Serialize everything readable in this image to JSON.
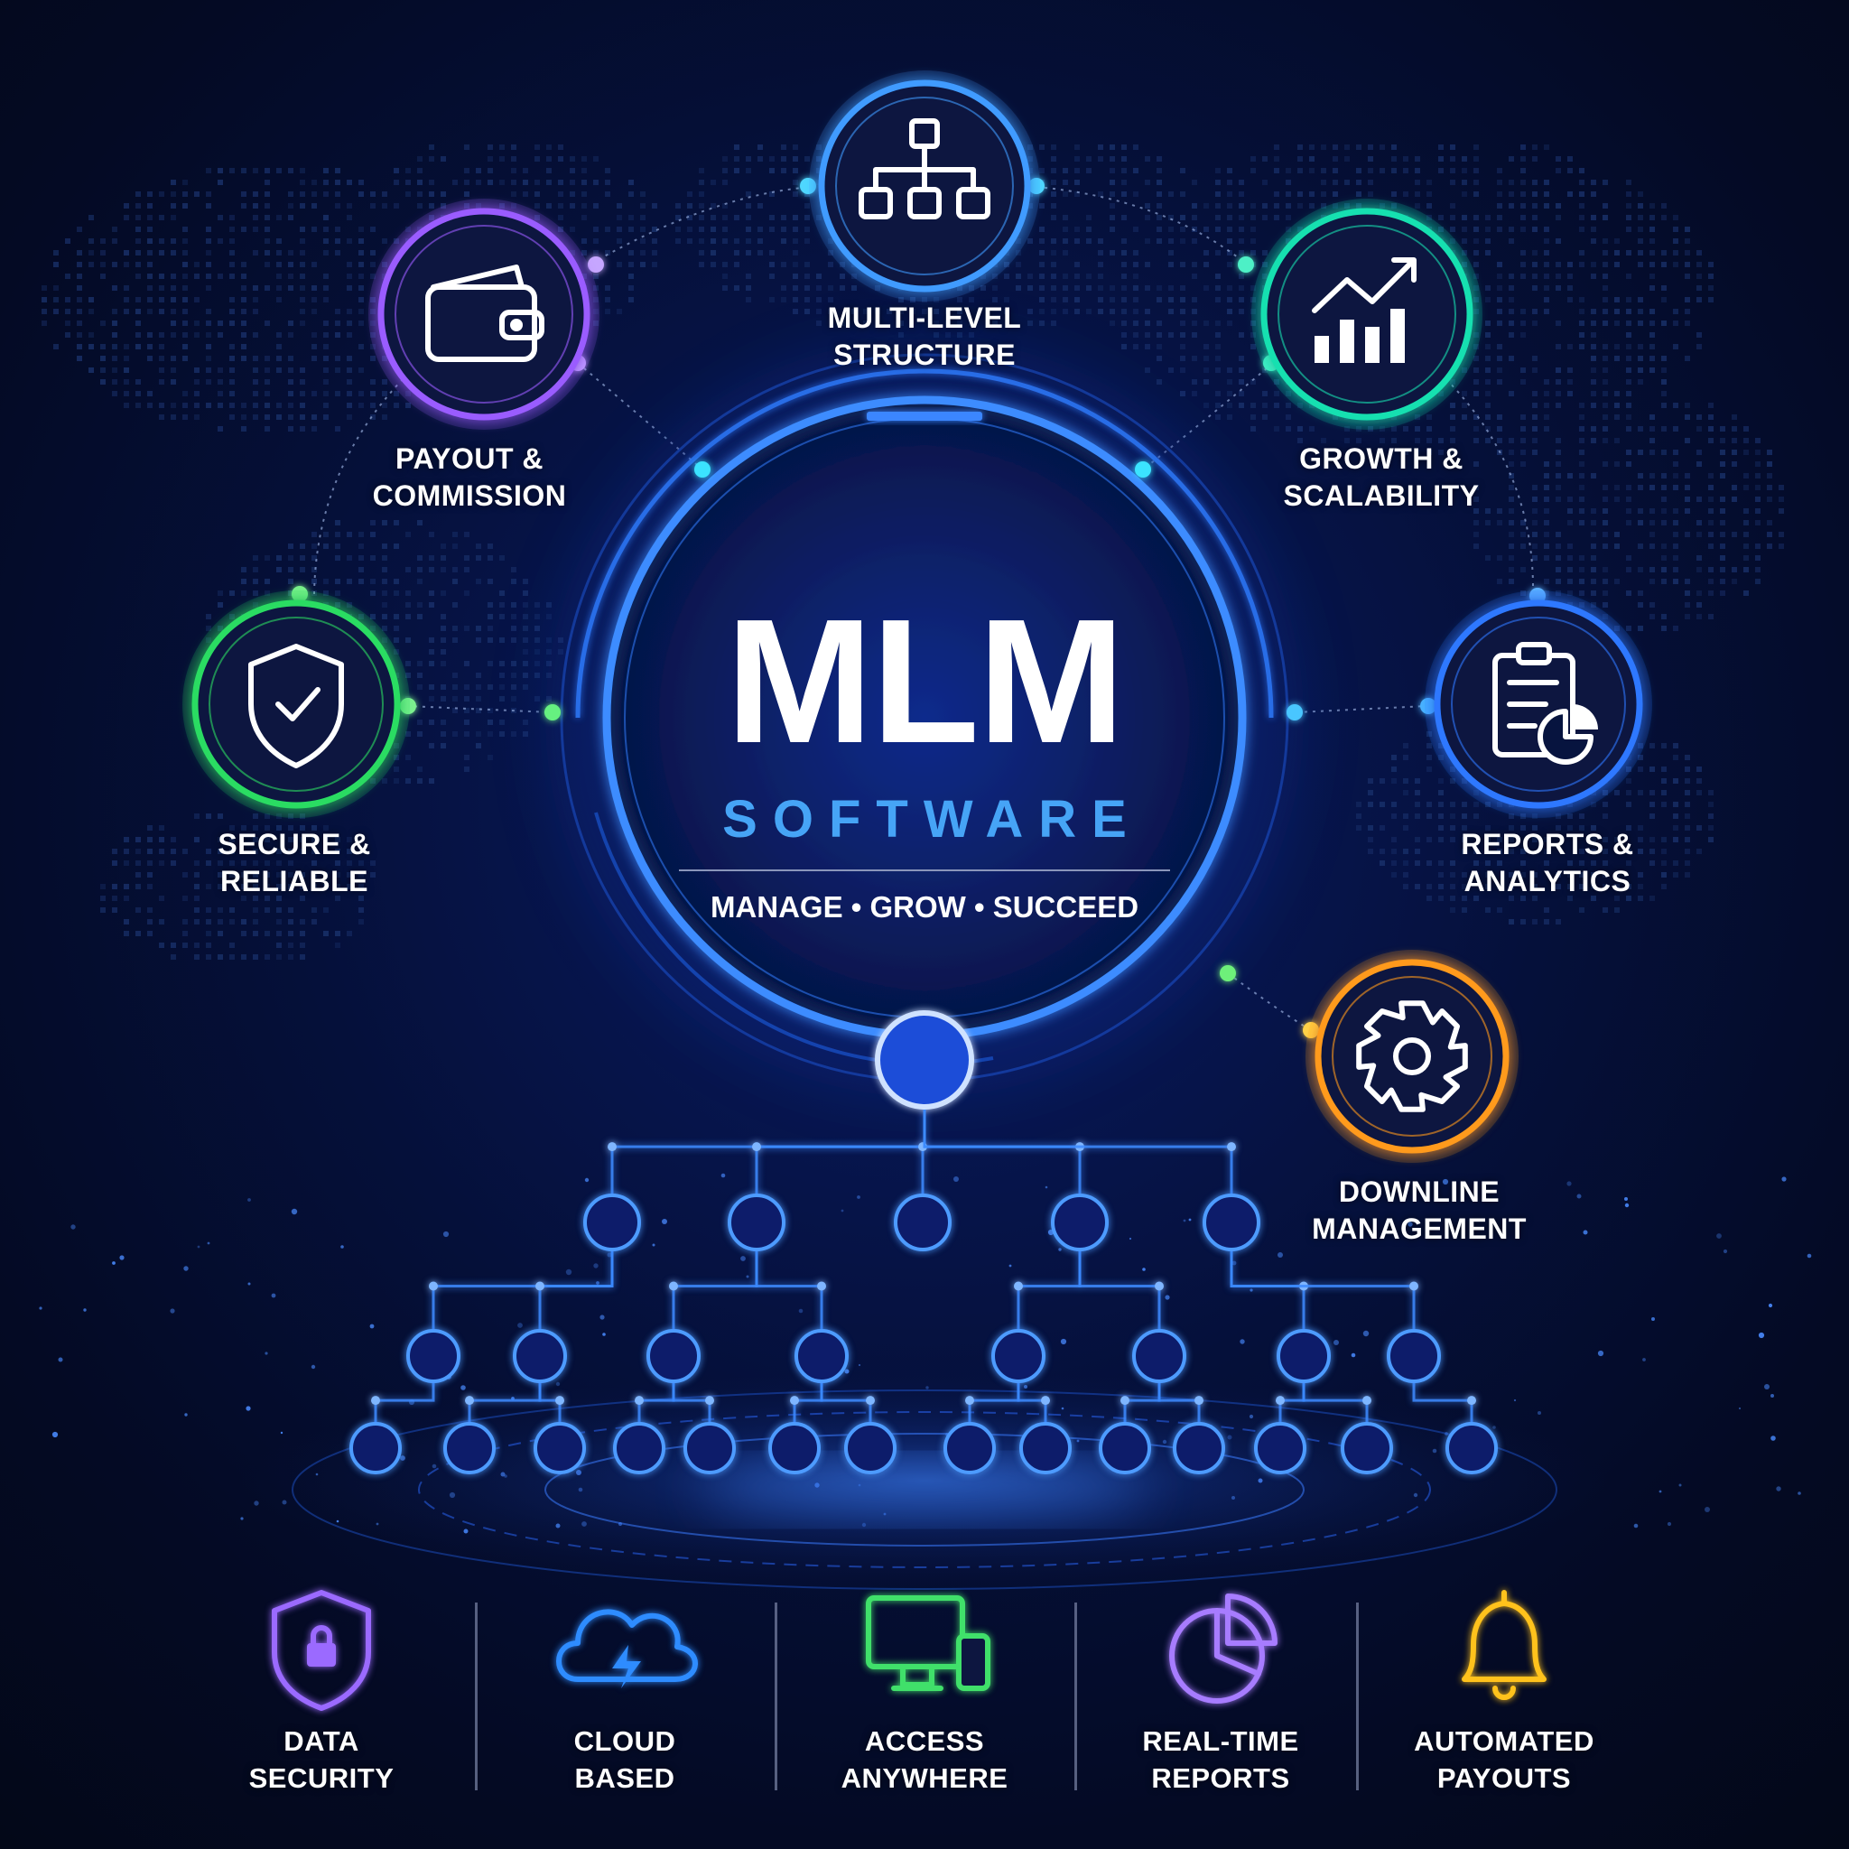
{
  "center": {
    "title": "MLM",
    "subtitle": "SOFTWARE",
    "tagline": "MANAGE • GROW • SUCCEED"
  },
  "features": [
    {
      "icon": "hierarchy-icon",
      "color": "#3f9bff",
      "line1": "MULTI-LEVEL",
      "line2": "STRUCTURE"
    },
    {
      "icon": "wallet-icon",
      "color": "#9a5cff",
      "line1": "PAYOUT &",
      "line2": "COMMISSION"
    },
    {
      "icon": "growth-chart-icon",
      "color": "#18e0b0",
      "line1": "GROWTH &",
      "line2": "SCALABILITY"
    },
    {
      "icon": "shield-check-icon",
      "color": "#2bdc62",
      "line1": "SECURE &",
      "line2": "RELIABLE"
    },
    {
      "icon": "clipboard-report-icon",
      "color": "#2f78ff",
      "line1": "REPORTS &",
      "line2": "ANALYTICS"
    },
    {
      "icon": "gear-icon",
      "color": "#ff9a1a",
      "line1": "DOWNLINE",
      "line2": "MANAGEMENT"
    }
  ],
  "bottom_bar": [
    {
      "icon": "shield-lock-icon",
      "color": "#9b6bff",
      "line1": "DATA",
      "line2": "SECURITY"
    },
    {
      "icon": "cloud-icon",
      "color": "#2d8cff",
      "line1": "CLOUD",
      "line2": "BASED"
    },
    {
      "icon": "devices-icon",
      "color": "#3fe06a",
      "line1": "ACCESS",
      "line2": "ANYWHERE"
    },
    {
      "icon": "pie-chart-icon",
      "color": "#a77bff",
      "line1": "REAL-TIME",
      "line2": "REPORTS"
    },
    {
      "icon": "bell-icon",
      "color": "#ffc21a",
      "line1": "AUTOMATED",
      "line2": "PAYOUTS"
    }
  ],
  "colors": {
    "background": "#040a22",
    "primary_glow": "#1e6bff",
    "tree": "#3d8bff"
  }
}
